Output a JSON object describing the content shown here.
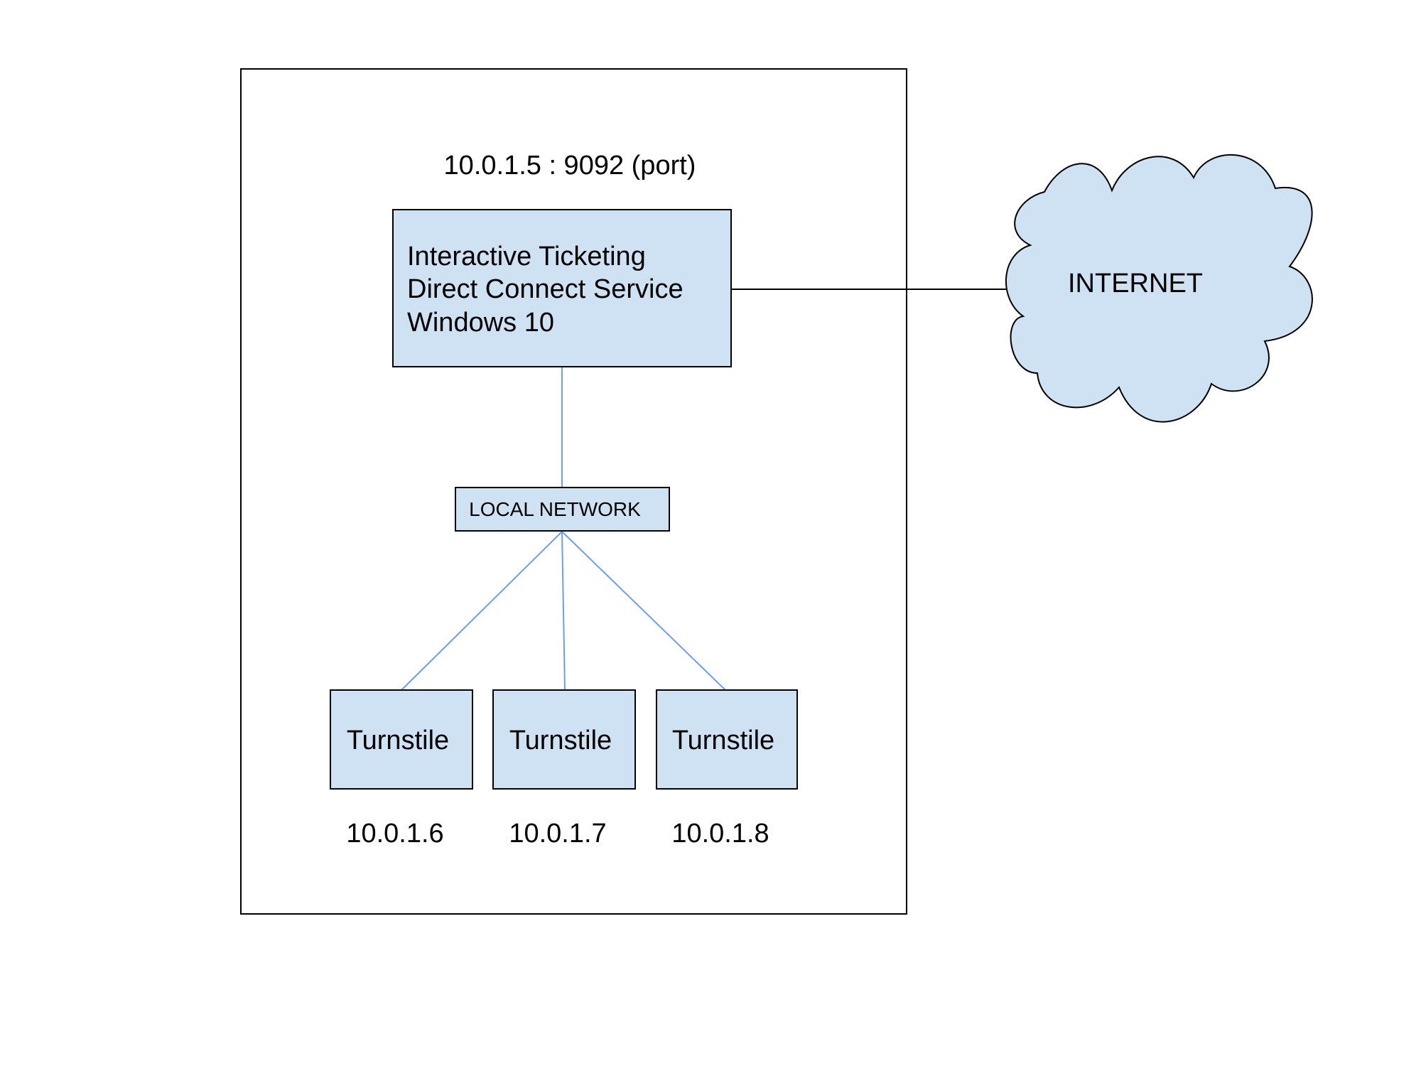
{
  "server": {
    "address_label": "10.0.1.5 : 9092 (port)",
    "lines": [
      "Interactive Ticketing",
      "Direct Connect Service",
      "Windows 10"
    ]
  },
  "local_network": {
    "label": "LOCAL NETWORK"
  },
  "internet": {
    "label": "INTERNET"
  },
  "turnstiles": [
    {
      "label": "Turnstile",
      "ip": "10.0.1.6"
    },
    {
      "label": "Turnstile",
      "ip": "10.0.1.7"
    },
    {
      "label": "Turnstile",
      "ip": "10.0.1.8"
    }
  ],
  "colors": {
    "box_fill": "#cfe2f3",
    "box_stroke": "#000000",
    "link_blue": "#6d9eeb",
    "link_black": "#000000"
  }
}
